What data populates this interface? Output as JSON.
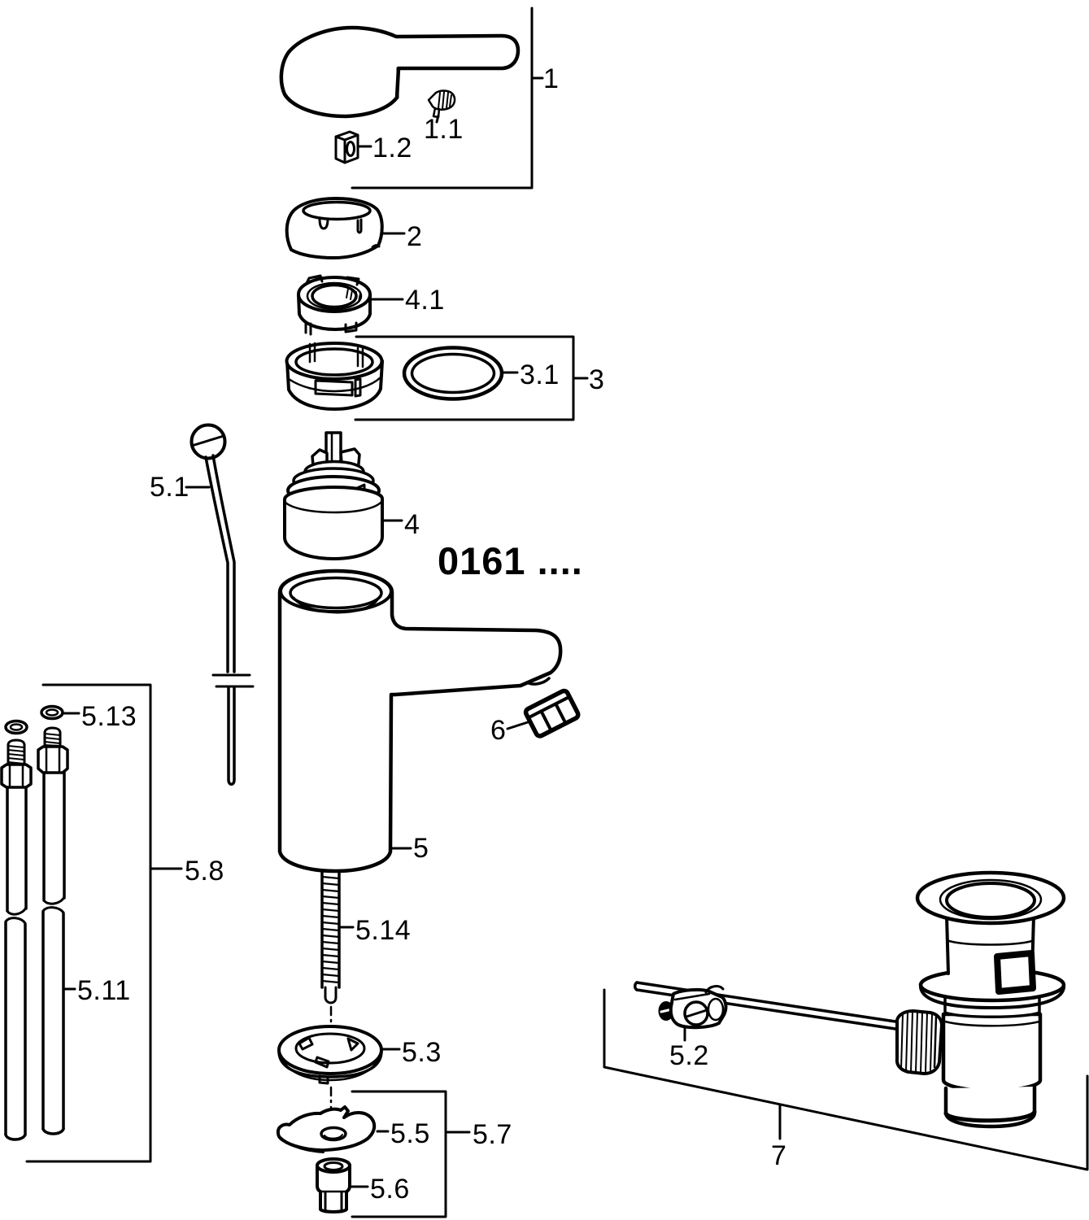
{
  "model_number": "0161 ....",
  "parts": {
    "p1": "1",
    "p1_1": "1.1",
    "p1_2": "1.2",
    "p2": "2",
    "p4_1": "4.1",
    "p3_1": "3.1",
    "p3": "3",
    "p4": "4",
    "p5_1": "5.1",
    "p6": "6",
    "p5": "5",
    "p5_13": "5.13",
    "p5_8": "5.8",
    "p5_11": "5.11",
    "p5_14": "5.14",
    "p5_3": "5.3",
    "p5_5": "5.5",
    "p5_7": "5.7",
    "p5_6": "5.6",
    "p5_2": "5.2",
    "p7": "7"
  }
}
